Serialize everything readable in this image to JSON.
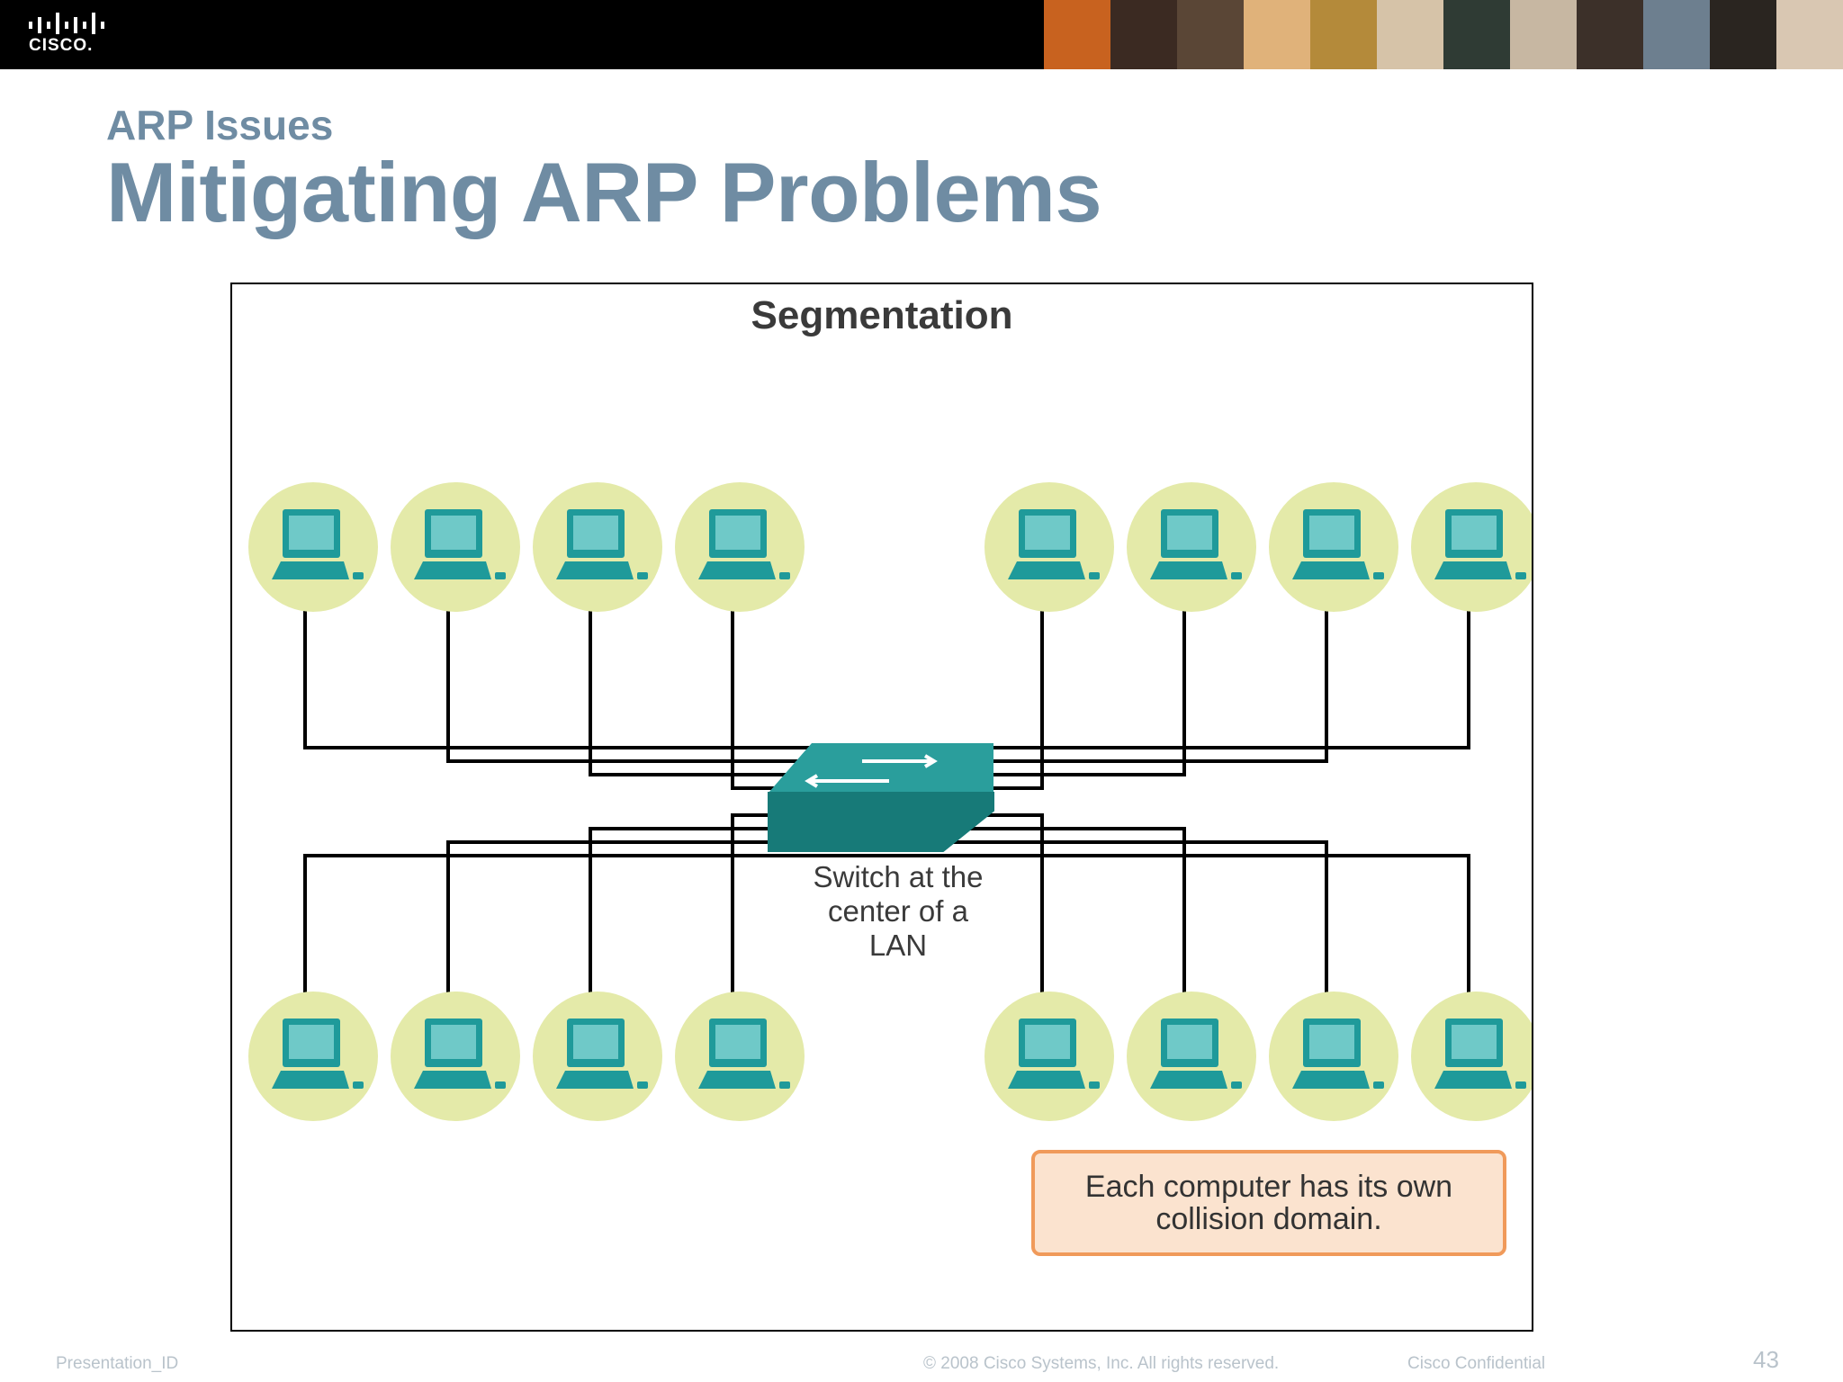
{
  "header": {
    "logo_text": "CISCO.",
    "photo_colors": [
      "#c8621f",
      "#3b2a22",
      "#5a4636",
      "#e0b27a",
      "#b48a3a",
      "#d6c3a8",
      "#2f3b34",
      "#c7b7a2",
      "#3c3029",
      "#6d7f8f",
      "#2a2520",
      "#d9c7b2"
    ]
  },
  "slide": {
    "subtitle": "ARP Issues",
    "title": "Mitigating ARP Problems"
  },
  "diagram": {
    "title": "Segmentation",
    "switch_label_lines": [
      "Switch at the",
      "center of a",
      "LAN"
    ],
    "callout_text": "Each computer has its own collision domain.",
    "computer_count_top": 8,
    "computer_count_bottom": 8,
    "colors": {
      "node_halo": "#e4eaa9",
      "computer": "#1f9a9a",
      "switch_top": "#2a9e9c",
      "switch_side": "#177a78",
      "wire": "#000000"
    }
  },
  "footer": {
    "left": "Presentation_ID",
    "center": "© 2008 Cisco Systems, Inc. All rights reserved.",
    "right": "Cisco Confidential",
    "page": "43"
  }
}
